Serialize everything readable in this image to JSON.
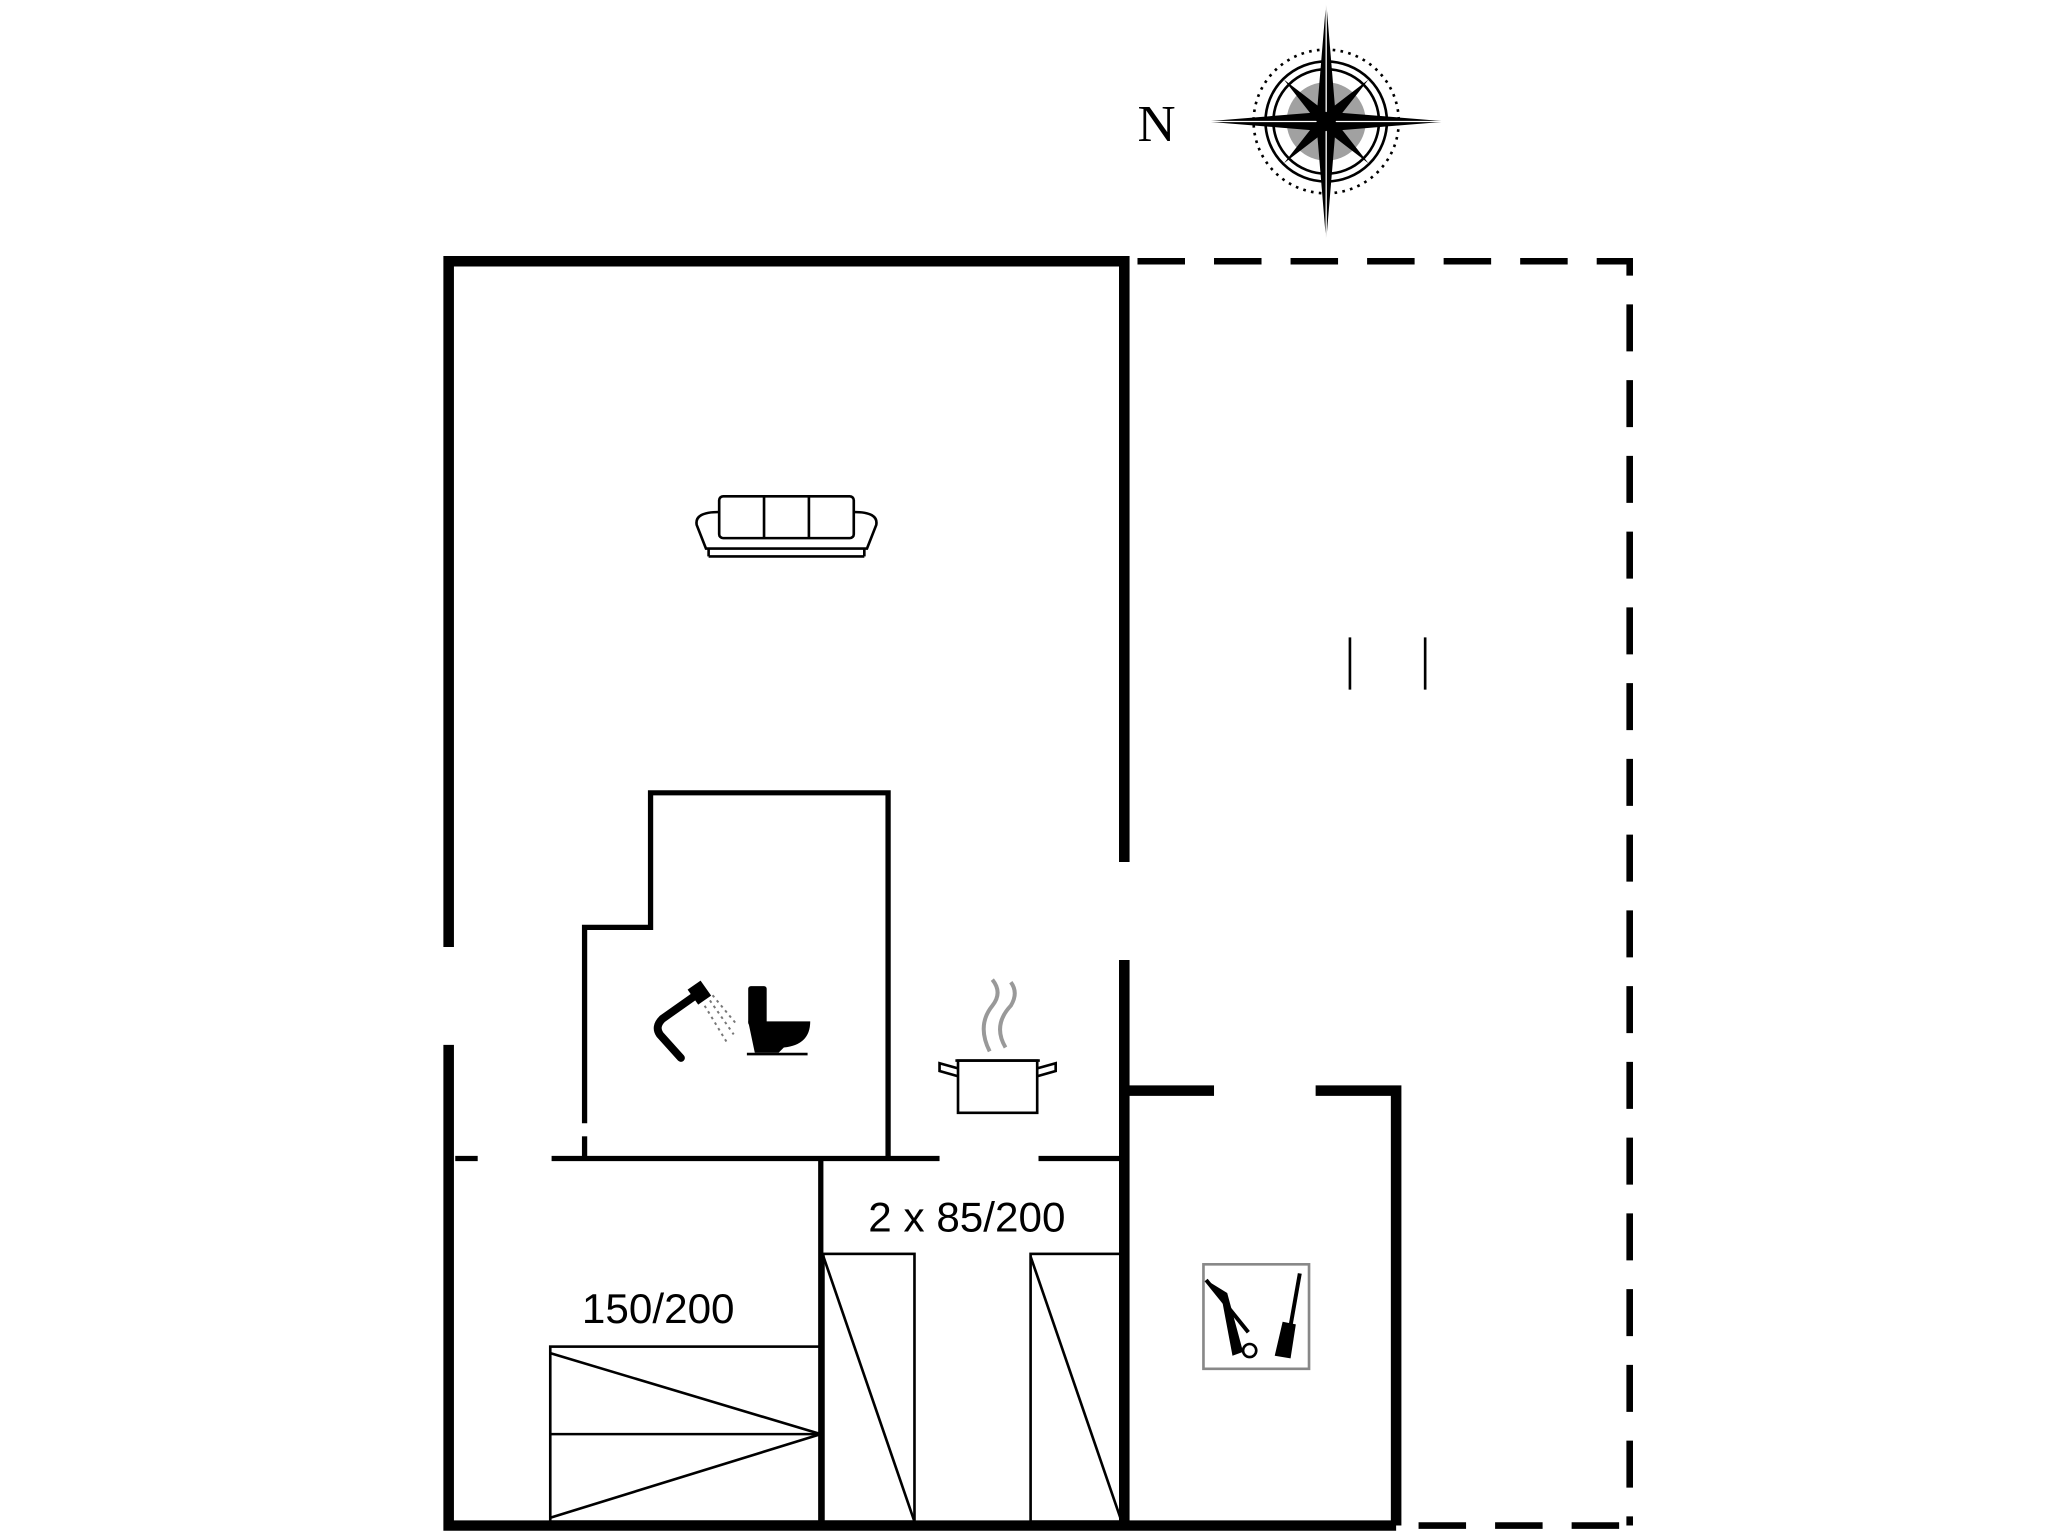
{
  "compass": {
    "north_label": "N"
  },
  "labels": {
    "double_bed": "150/200",
    "single_beds": "2 x 85/200"
  },
  "icons": [
    "compass-rose-icon",
    "sofa-icon",
    "shower-icon",
    "toilet-icon",
    "cooking-pot-icon",
    "utility-tools-icon"
  ],
  "colors": {
    "lines": "#000000",
    "background": "#ffffff",
    "steam": "#999999"
  }
}
